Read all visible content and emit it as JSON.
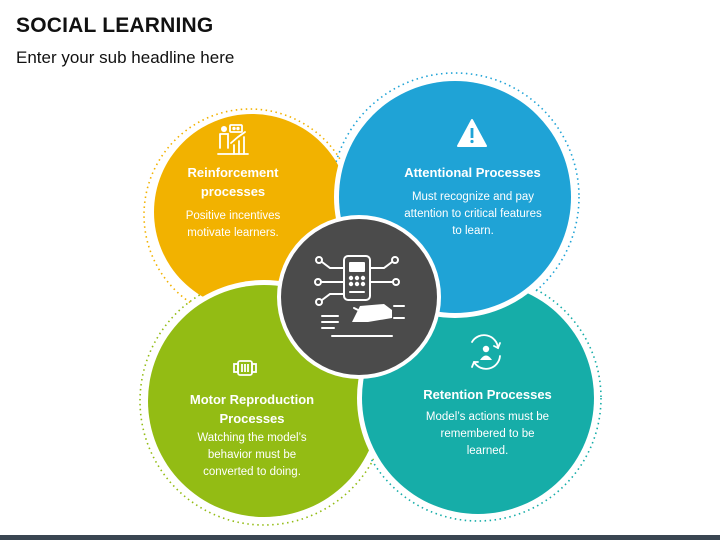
{
  "title": "SOCIAL LEARNING",
  "subtitle": "Enter your sub headline here",
  "colors": {
    "yellow": "#f2b200",
    "blue": "#1fa3d6",
    "green": "#93bc14",
    "teal": "#16ada8",
    "center": "#4b4b4b",
    "bottom_bar": "#3a4652"
  },
  "center_icon": "technology-hand-icon",
  "quadrants": [
    {
      "id": "reinforcement",
      "icon": "presentation-chart-icon",
      "heading": "Reinforcement processes",
      "body": "Positive incentives motivate learners."
    },
    {
      "id": "attentional",
      "icon": "warning-icon",
      "heading": "Attentional Processes",
      "body": "Must recognize and pay attention to critical features to learn."
    },
    {
      "id": "motor",
      "icon": "motor-icon",
      "heading": "Motor Reproduction Processes",
      "body": "Watching the model’s behavior must be converted to doing."
    },
    {
      "id": "retention",
      "icon": "user-cycle-icon",
      "heading": "Retention Processes",
      "body": "Model’s actions must be remembered to be learned."
    }
  ]
}
